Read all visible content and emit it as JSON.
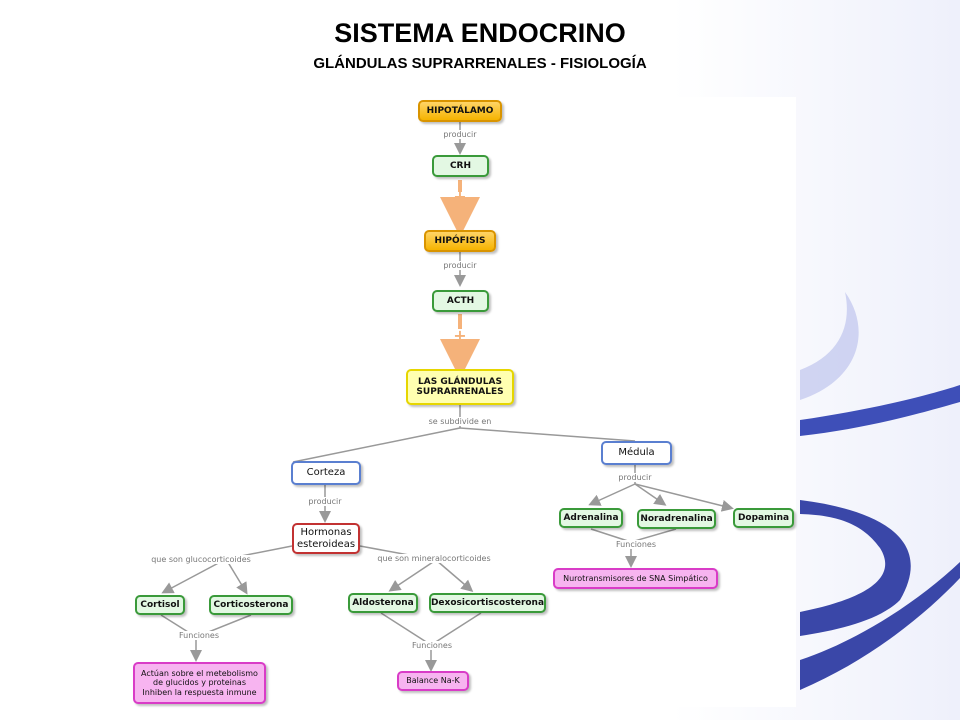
{
  "header": {
    "title": "SISTEMA ENDOCRINO",
    "subtitle": "GLÁNDULAS SUPRARRENALES - FISIOLOGÍA"
  },
  "colors": {
    "node_orange": "#f6b400",
    "node_green": "#3a9a3a",
    "node_yellow": "#ffffb0",
    "node_blue": "#5a7fd0",
    "node_red": "#c23232",
    "node_pink": "#d93cc7",
    "stimulus_arrow": "#f5b27a",
    "connector": "#999999"
  },
  "nodes": {
    "hipotalamo": "HIPOTÁLAMO",
    "crh": "CRH",
    "hipofisis": "HIPÓFISIS",
    "acth": "ACTH",
    "glandulas": "LAS GLÁNDULAS SUPRARRENALES",
    "corteza": "Corteza",
    "medula": "Médula",
    "hormonas": "Hormonas esteroideas",
    "cortisol": "Cortisol",
    "corticosterona": "Corticosterona",
    "aldosterona": "Aldosterona",
    "dexosi": "Dexosicortiscosterona",
    "adrenalina": "Adrenalina",
    "noradrenalina": "Noradrenalina",
    "dopamina": "Dopamina",
    "neuro": "Nurotransmisores de SNA Simpático",
    "actuan": "Actúan sobre el metebolismo de glucidos y proteinas Inhiben la respuesta inmune",
    "balance": "Balance Na-K"
  },
  "links": {
    "producir": "producir",
    "plus": "+",
    "se_subdivide": "se subdivide en",
    "gluco": "que son glucocorticoides",
    "mineralo": "que son mineralocorticoides",
    "funciones": "Funciones"
  }
}
